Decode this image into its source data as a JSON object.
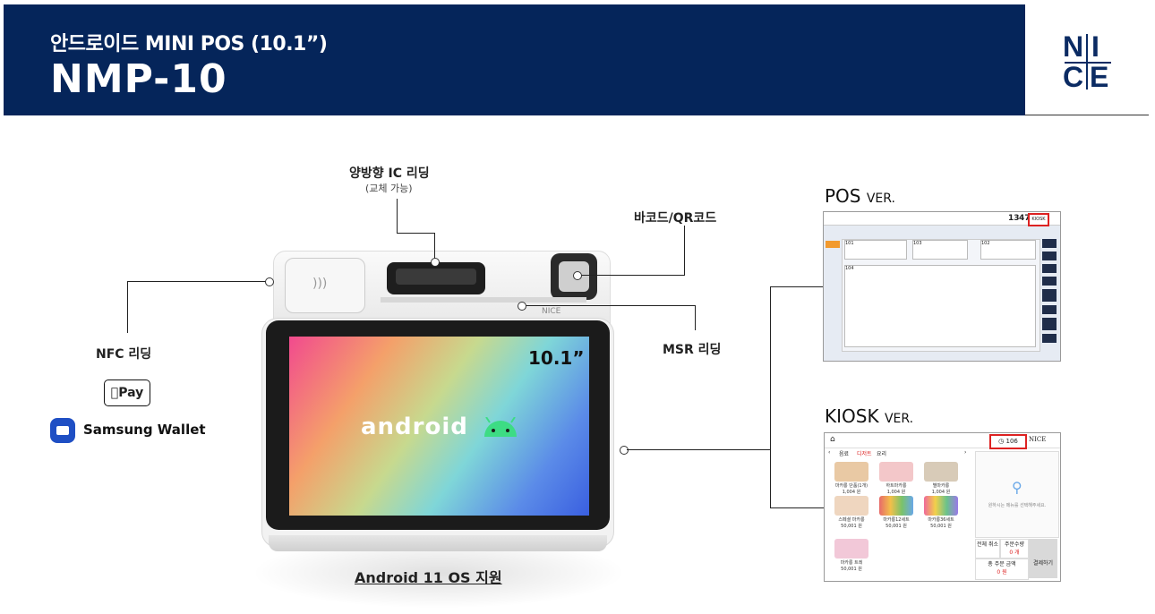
{
  "header": {
    "subtitle": "안드로이드 MINI POS (10.1”)",
    "title": "NMP-10",
    "logo_letters": [
      "N",
      "I",
      "C",
      "E"
    ]
  },
  "device": {
    "screen_size": "10.1”",
    "screen_text": "android",
    "os_label": "Android 11 OS 지원"
  },
  "callouts": {
    "ic_reading": "양방향 IC 리딩",
    "ic_reading_sub": "(교체 가능)",
    "barcode": "바코드/QR코드",
    "msr": "MSR 리딩",
    "nfc": "NFC 리딩"
  },
  "payments": {
    "apple_pay": "Pay",
    "samsung_wallet": "Samsung Wallet"
  },
  "pos_version": {
    "title": "POS",
    "suffix": "VER.",
    "clock_hour": "13",
    "clock_min": "47",
    "kiosk_button": "KIOSK",
    "tables": [
      "101",
      "103",
      "102",
      "104"
    ]
  },
  "kiosk_version": {
    "title": "KIOSK",
    "suffix": "VER.",
    "counter": "106",
    "brand": "NICE",
    "tabs": [
      "음료",
      "디저트",
      "요리"
    ],
    "items": [
      {
        "name": "마카롱 단품(1개)",
        "price": "1,004 원"
      },
      {
        "name": "하트마카롱",
        "price": "1,004 원"
      },
      {
        "name": "별마카롱",
        "price": "1,004 원"
      },
      {
        "name": "스페셜 마카롱",
        "price": "50,001 원"
      },
      {
        "name": "마카롱12세트",
        "price": "50,001 원"
      },
      {
        "name": "마카롱36세트",
        "price": "50,001 원"
      },
      {
        "name": "마카롱 트레",
        "price": "50,001 원"
      }
    ],
    "cart_hint": "원하시는 메뉴를 선택해주세요.",
    "delete_all": "전체 취소",
    "order_qty_label": "주문수량",
    "order_qty": "0 개",
    "total_label": "총 주문 금액",
    "total_value": "0 원",
    "pay_button": "결제하기"
  }
}
